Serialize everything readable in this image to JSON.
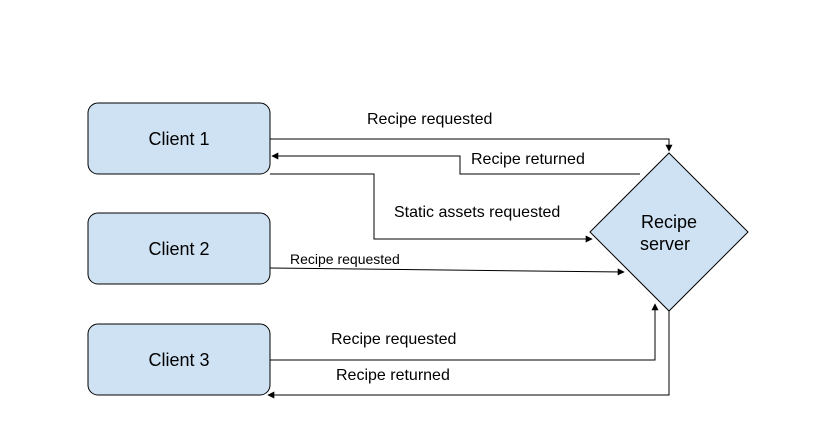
{
  "nodes": {
    "client1": "Client 1",
    "client2": "Client 2",
    "client3": "Client 3",
    "server_line1": "Recipe",
    "server_line2": "server"
  },
  "edges": {
    "c1_request": "Recipe requested",
    "c1_return": "Recipe returned",
    "c1_static": "Static assets requested",
    "c2_request": "Recipe requested",
    "c3_request": "Recipe requested",
    "c3_return": "Recipe returned"
  },
  "colors": {
    "node_fill": "#cfe2f3",
    "stroke": "#000000"
  }
}
